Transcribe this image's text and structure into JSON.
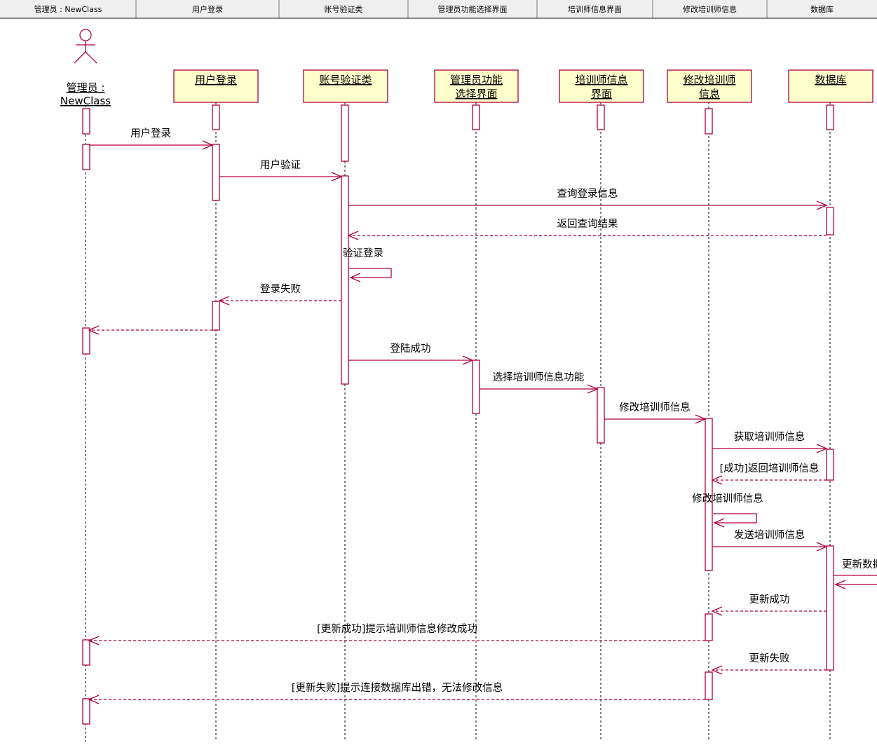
{
  "header_columns": [
    {
      "id": "admin",
      "label": "管理员 : NewClass"
    },
    {
      "id": "login",
      "label": "用户登录"
    },
    {
      "id": "verify",
      "label": "账号验证类"
    },
    {
      "id": "menu",
      "label": "管理员功能选择界面"
    },
    {
      "id": "trainer",
      "label": "培训师信息界面"
    },
    {
      "id": "modify",
      "label": "修改培训师信息"
    },
    {
      "id": "db",
      "label": "数据库"
    }
  ],
  "actor": {
    "lines": [
      "管理员 :",
      "NewClass"
    ]
  },
  "objects": [
    {
      "id": "login",
      "lines": [
        "用户登录"
      ]
    },
    {
      "id": "verify",
      "lines": [
        "账号验证类"
      ]
    },
    {
      "id": "menu",
      "lines": [
        "管理员功能",
        "选择界面"
      ]
    },
    {
      "id": "trainer",
      "lines": [
        "培训师信息",
        "界面"
      ]
    },
    {
      "id": "modify",
      "lines": [
        "修改培训师",
        "信息"
      ]
    },
    {
      "id": "db",
      "lines": [
        "数据库"
      ]
    }
  ],
  "messages": [
    {
      "from": "admin",
      "to": "login",
      "kind": "call",
      "label": "用户登录"
    },
    {
      "from": "login",
      "to": "verify",
      "kind": "call",
      "label": "用户验证"
    },
    {
      "from": "verify",
      "to": "db",
      "kind": "call",
      "label": "查询登录信息"
    },
    {
      "from": "db",
      "to": "verify",
      "kind": "return",
      "label": "返回查询结果"
    },
    {
      "from": "verify",
      "to": "verify",
      "kind": "self",
      "label": "验证登录"
    },
    {
      "from": "verify",
      "to": "login",
      "kind": "return",
      "label": "登录失败"
    },
    {
      "from": "login",
      "to": "admin",
      "kind": "return",
      "label": ""
    },
    {
      "from": "verify",
      "to": "menu",
      "kind": "call",
      "label": "登陆成功"
    },
    {
      "from": "menu",
      "to": "trainer",
      "kind": "call",
      "label": "选择培训师信息功能"
    },
    {
      "from": "trainer",
      "to": "modify",
      "kind": "call",
      "label": "修改培训师信息"
    },
    {
      "from": "modify",
      "to": "db",
      "kind": "call",
      "label": "获取培训师信息"
    },
    {
      "from": "db",
      "to": "modify",
      "kind": "return",
      "label": "[成功]返回培训师信息"
    },
    {
      "from": "modify",
      "to": "modify",
      "kind": "self",
      "label": "修改培训师信息"
    },
    {
      "from": "modify",
      "to": "db",
      "kind": "call",
      "label": "发送培训师信息"
    },
    {
      "from": "db",
      "to": "db",
      "kind": "self",
      "label": "更新数据"
    },
    {
      "from": "db",
      "to": "modify",
      "kind": "return",
      "label": "更新成功"
    },
    {
      "from": "modify",
      "to": "admin",
      "kind": "return",
      "label": "[更新成功]提示培训师信息修改成功"
    },
    {
      "from": "db",
      "to": "modify",
      "kind": "return",
      "label": "更新失败"
    },
    {
      "from": "modify",
      "to": "admin",
      "kind": "return",
      "label": "[更新失败]提示连接数据库出错，无法修改信息"
    }
  ],
  "colors": {
    "line": "#b0003a",
    "box_fill": "#ffffcc",
    "box_border": "#b0003a",
    "header_bg": "#efefef"
  }
}
